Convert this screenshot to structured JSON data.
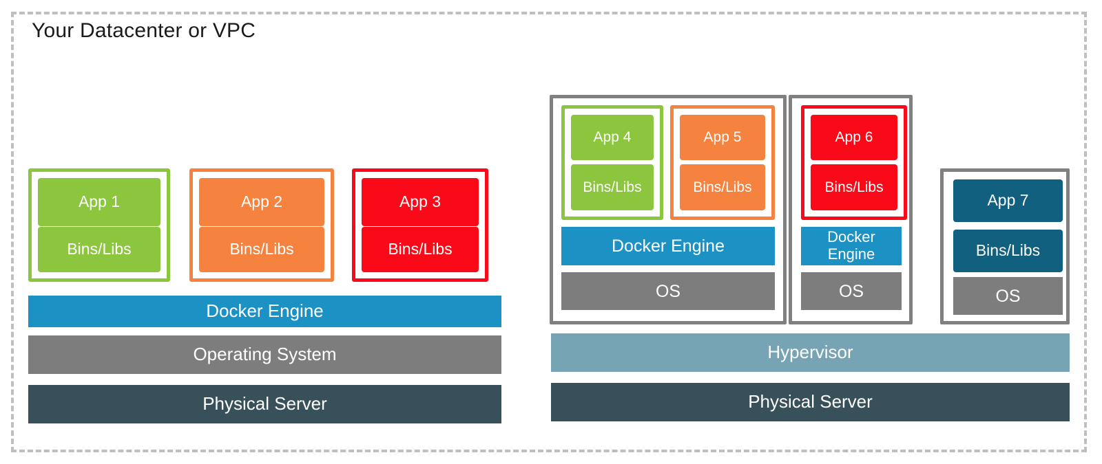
{
  "diagram": {
    "title": "Your Datacenter or VPC",
    "type": "architecture-layer-diagram",
    "boundary_style": "dashed",
    "colors": {
      "green": "#8CC63F",
      "orange": "#F5833F",
      "red": "#FA0A18",
      "blue": "#1B91C4",
      "teal": "#11607F",
      "gray": "#7D7D7D",
      "dark_slate": "#38505A",
      "hypervisor": "#76A4B4",
      "vm_border": "#808080",
      "dashed_border": "#bfbfbf",
      "text_on_fill": "#FFFFFF",
      "title_text": "#1A1A1A"
    },
    "labels": {
      "app": "App",
      "bins_libs": "Bins/Libs",
      "docker_engine": "Docker Engine",
      "docker_engine_wrapped": "Docker\nEngine",
      "operating_system": "Operating System",
      "os_short": "OS",
      "hypervisor": "Hypervisor",
      "physical_server": "Physical Server"
    }
  },
  "left_stack": {
    "name": "bare-metal-docker-host",
    "containers": [
      {
        "app": "App 1",
        "bins": "Bins/Libs",
        "color": "green"
      },
      {
        "app": "App 2",
        "bins": "Bins/Libs",
        "color": "orange"
      },
      {
        "app": "App 3",
        "bins": "Bins/Libs",
        "color": "red"
      }
    ],
    "layers": [
      {
        "label": "Docker Engine",
        "color": "blue"
      },
      {
        "label": "Operating System",
        "color": "gray"
      },
      {
        "label": "Physical Server",
        "color": "dark_slate"
      }
    ]
  },
  "right_stack": {
    "name": "virtualized-host",
    "vms": [
      {
        "id": "vm-1",
        "containers": [
          {
            "app": "App 4",
            "bins": "Bins/Libs",
            "color": "green"
          },
          {
            "app": "App 5",
            "bins": "Bins/Libs",
            "color": "orange"
          }
        ],
        "layers": [
          {
            "label": "Docker Engine",
            "color": "blue"
          },
          {
            "label": "OS",
            "color": "gray"
          }
        ]
      },
      {
        "id": "vm-2",
        "containers": [
          {
            "app": "App 6",
            "bins": "Bins/Libs",
            "color": "red"
          }
        ],
        "layers": [
          {
            "label": "Docker Engine",
            "color": "blue"
          },
          {
            "label": "OS",
            "color": "gray"
          }
        ]
      },
      {
        "id": "vm-3",
        "containers": [
          {
            "app": "App 7",
            "bins": "Bins/Libs",
            "color": "teal",
            "no_container_border": true
          }
        ],
        "layers": [
          {
            "label": "OS",
            "color": "gray"
          }
        ]
      }
    ],
    "layers": [
      {
        "label": "Hypervisor",
        "color": "hypervisor"
      },
      {
        "label": "Physical Server",
        "color": "dark_slate"
      }
    ]
  }
}
